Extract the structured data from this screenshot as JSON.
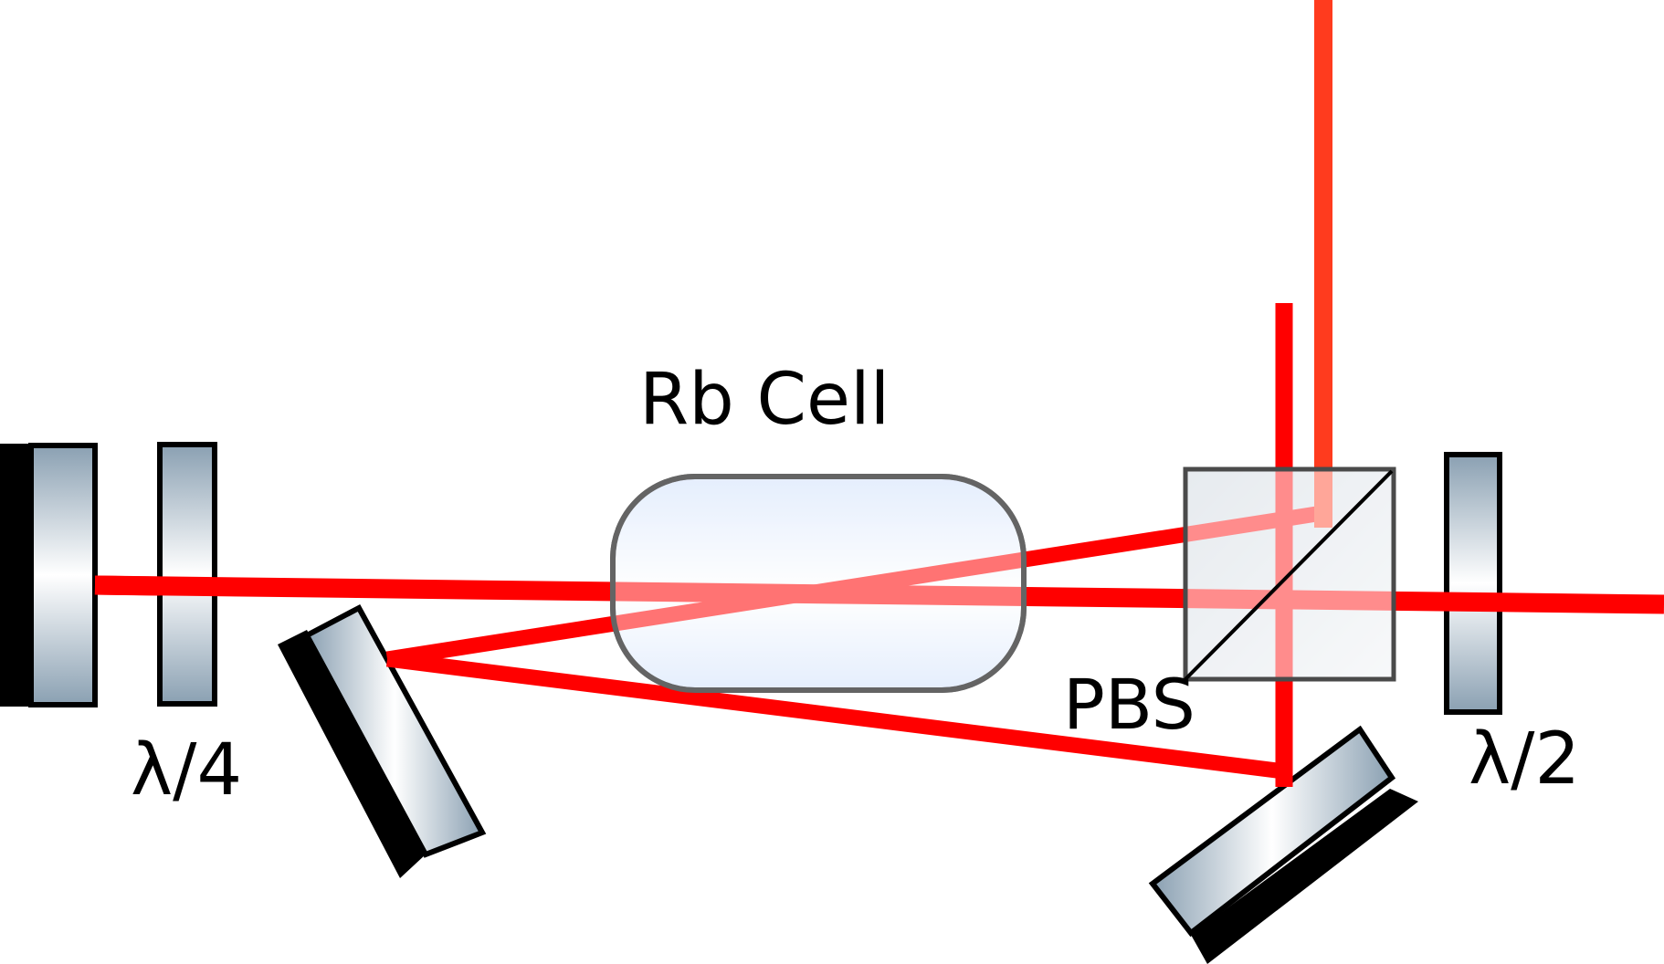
{
  "labels": {
    "rb_cell": "Rb Cell",
    "quarter_wave": "λ/4",
    "half_wave": "λ/2",
    "pbs": "PBS"
  },
  "colors": {
    "beam": "#ff0000",
    "beam_out": "#ff3b1e",
    "outline": "#000000",
    "cell_outline": "#646464",
    "glass_edge": "#8aa0b2",
    "glass_center": "#ffffff",
    "cell_fill": "#cfe0fb",
    "cube_fill": "#d6dde4"
  }
}
